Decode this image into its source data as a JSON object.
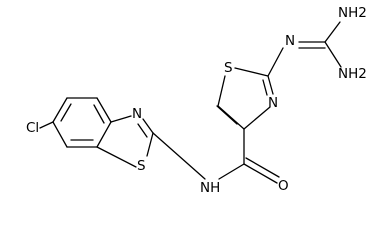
{
  "molecule": {
    "atoms": {
      "cl": "Cl",
      "s_benzothiazole": "S",
      "n_benzothiazole": "N",
      "nh_amide": "NH",
      "o_carbonyl": "O",
      "s_thiazole": "S",
      "n_thiazole": "N",
      "n_imine": "N",
      "nh2_top": "NH2",
      "nh2_bottom": "NH2"
    }
  }
}
